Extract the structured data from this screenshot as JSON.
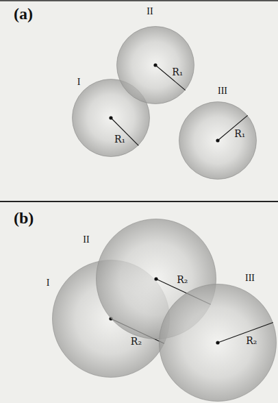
{
  "diagram": {
    "nodes": [
      {
        "text": [
          "I",
          "R₁"
        ]
      },
      {
        "text": [
          "II",
          "R₁"
        ]
      },
      {
        "text": [
          "III",
          "R₁"
        ]
      },
      {
        "text": [
          "I",
          "R₂"
        ]
      },
      {
        "text": [
          "II",
          "R₂"
        ]
      },
      {
        "text": [
          "III",
          "R₂"
        ]
      }
    ],
    "labels": [
      "(a)",
      "(b)"
    ]
  }
}
